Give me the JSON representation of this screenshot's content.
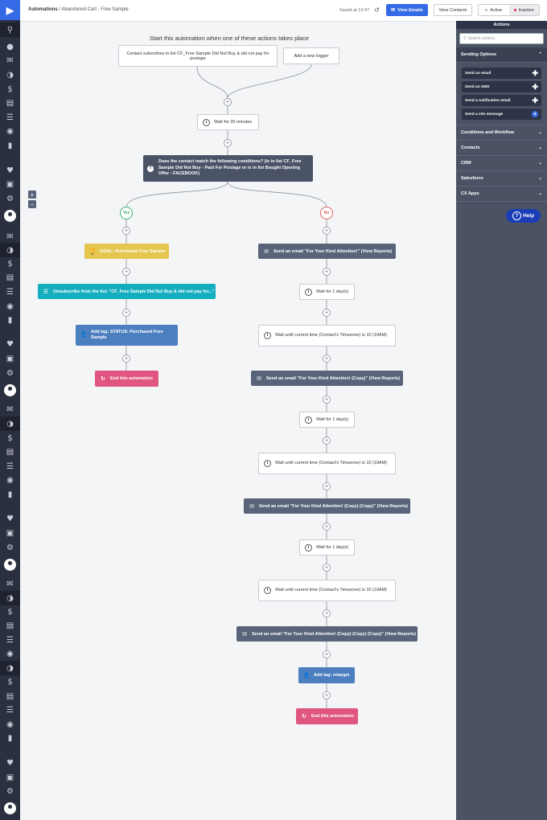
{
  "topbar": {
    "breadcrumb_root": "Automations",
    "breadcrumb_sep": "/",
    "breadcrumb_current": "Abandoned Cart - Free Sample",
    "saved": "Saved at 13:47",
    "view_emails": "View Emails",
    "view_contacts": "View Contacts",
    "active": "Active",
    "inactive": "Inactive"
  },
  "canvas": {
    "start_text": "Start this automation when one of these actions takes place",
    "trigger1": "Contact subscribes to list CF_Free Sample Did Not Buy & did not pay for postage",
    "trigger2": "Add a new trigger",
    "wait30": "Wait for 30 minutes",
    "condition": "Does the contact match the following conditions? (Is in list CF_Free Sample Did Not Buy - Paid For Postage or is in list Bought Opening Offer - FACEBOOK)",
    "yes": "Yes",
    "no": "No",
    "goal": "GOAL: Purchased Free Sample",
    "unsubscribe": "Unsubscribe from the list: \"CF_Free Sample Did Not Buy & did not pay for...\"",
    "add_tag_status": "Add tag: STATUS: Purchased Free Sample",
    "end1": "End this automation",
    "email1": "Send an email \"For Your Kind Attention!\" (View Reports)",
    "wait1": "Wait for 1 day(s)",
    "wait_until1": "Wait until current time (Contact's Timezone) is 10 (10AM)",
    "email2": "Send an email \"For Your Kind Attention! (Copy)\" (View Reports)",
    "wait2": "Wait for 1 day(s)",
    "wait_until2": "Wait until current time (Contact's Timezone) is 10 (10AM)",
    "email3": "Send an email \"For Your Kind Attention! (Copy) (Copy)\" (View Reports)",
    "wait3": "Wait for 1 day(s)",
    "wait_until3": "Wait until current time (Contact's Timezone) is 10 (10AM)",
    "email4": "Send an email \"For Your Kind Attention! (Copy) (Copy) (Copy)\" (View Reports)",
    "add_tag_retarget": "Add tag: retarget",
    "end2": "End this automation"
  },
  "panel": {
    "title": "Actions",
    "search_placeholder": "Search actions...",
    "sending_options": "Sending Options",
    "actions": [
      "Send an email",
      "Send an SMS",
      "Send a notification email",
      "Send a site message"
    ],
    "sections": [
      "Conditions and Workflow",
      "Contacts",
      "CRM",
      "Salesforce",
      "CX Apps"
    ],
    "help": "Help"
  },
  "colors": {
    "brand": "#356ae6",
    "sidebar": "#2b3040",
    "goal": "#e5c64f",
    "teal": "#15aebf",
    "end": "#e05680"
  }
}
